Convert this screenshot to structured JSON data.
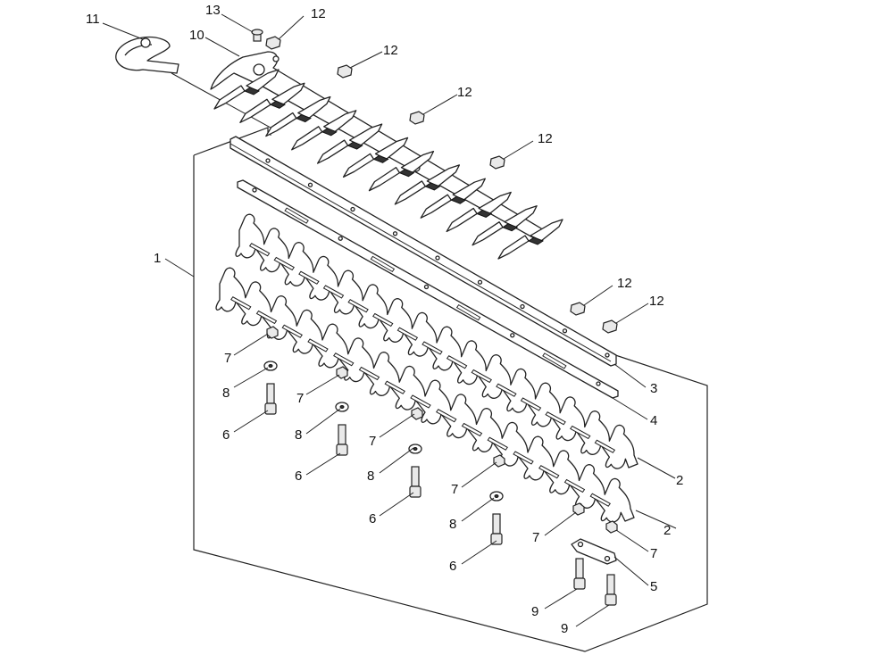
{
  "callouts": [
    {
      "id": "c11",
      "label": "11"
    },
    {
      "id": "c13",
      "label": "13"
    },
    {
      "id": "c12a",
      "label": "12"
    },
    {
      "id": "c10",
      "label": "10"
    },
    {
      "id": "c12b",
      "label": "12"
    },
    {
      "id": "c12c",
      "label": "12"
    },
    {
      "id": "c12d",
      "label": "12"
    },
    {
      "id": "c12e",
      "label": "12"
    },
    {
      "id": "c12f",
      "label": "12"
    },
    {
      "id": "c1",
      "label": "1"
    },
    {
      "id": "c3",
      "label": "3"
    },
    {
      "id": "c4",
      "label": "4"
    },
    {
      "id": "c2a",
      "label": "2"
    },
    {
      "id": "c2b",
      "label": "2"
    },
    {
      "id": "c7a",
      "label": "7"
    },
    {
      "id": "c8a",
      "label": "8"
    },
    {
      "id": "c6a",
      "label": "6"
    },
    {
      "id": "c7b",
      "label": "7"
    },
    {
      "id": "c8b",
      "label": "8"
    },
    {
      "id": "c6b",
      "label": "6"
    },
    {
      "id": "c7c",
      "label": "7"
    },
    {
      "id": "c8c",
      "label": "8"
    },
    {
      "id": "c6c",
      "label": "6"
    },
    {
      "id": "c7d",
      "label": "7"
    },
    {
      "id": "c8d",
      "label": "8"
    },
    {
      "id": "c6d",
      "label": "6"
    },
    {
      "id": "c7e",
      "label": "7"
    },
    {
      "id": "c7f",
      "label": "7"
    },
    {
      "id": "c5",
      "label": "5"
    },
    {
      "id": "c9a",
      "label": "9"
    },
    {
      "id": "c9b",
      "label": "9"
    }
  ]
}
